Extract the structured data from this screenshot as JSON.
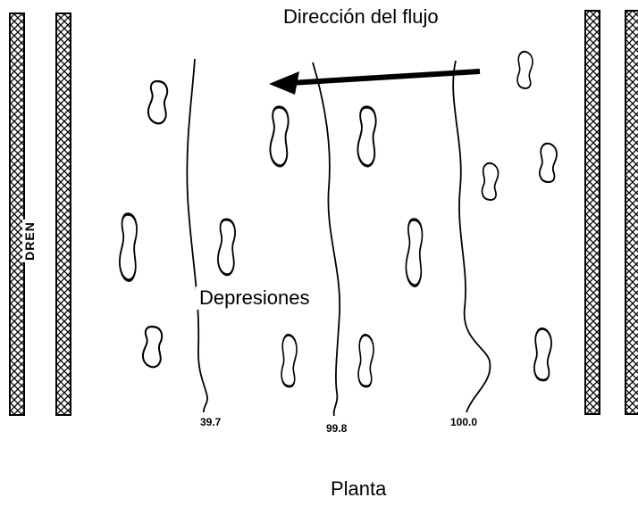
{
  "diagram": {
    "flow_direction_label": "Dirección del  flujo",
    "depressions_label": "Depresiones",
    "plan_label": "Planta",
    "drain_label": "DREN",
    "contours": [
      {
        "label": "39.7"
      },
      {
        "label": "99.8"
      },
      {
        "label": "100.0"
      }
    ],
    "colors": {
      "ink": "#000000",
      "background": "#ffffff"
    },
    "icons": [
      "flow-arrow-icon",
      "drain-hatch-icon",
      "depression-icon"
    ]
  }
}
